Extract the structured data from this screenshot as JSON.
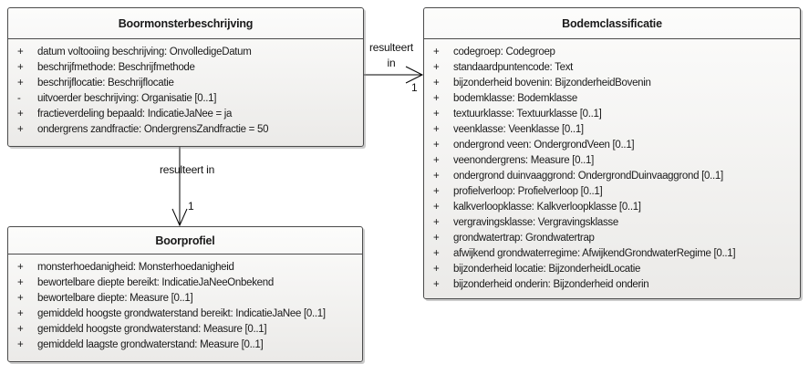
{
  "diagram": {
    "colors": {
      "background": "#ffffff",
      "box_fill_top": "#fcfcfb",
      "box_fill_bottom": "#ebeae8",
      "box_border": "#4b4b4b",
      "line": "#000000",
      "text": "#1a1a1a"
    },
    "classes": [
      {
        "title": "Boormonsterbeschrijving",
        "attributes": [
          {
            "vis": "+",
            "text": "datum voltooiing beschrijving: OnvolledigeDatum"
          },
          {
            "vis": "+",
            "text": "beschrijfmethode: Beschrijfmethode"
          },
          {
            "vis": "+",
            "text": "beschrijflocatie: Beschrijflocatie"
          },
          {
            "vis": "-",
            "text": "uitvoerder beschrijving: Organisatie [0..1]"
          },
          {
            "vis": "+",
            "text": "fractieverdeling bepaald: IndicatieJaNee = ja"
          },
          {
            "vis": "+",
            "text": "ondergrens zandfractie: OndergrensZandfractie = 50"
          }
        ]
      },
      {
        "title": "Bodemclassificatie",
        "attributes": [
          {
            "vis": "+",
            "text": "codegroep: Codegroep"
          },
          {
            "vis": "+",
            "text": "standaardpuntencode: Text"
          },
          {
            "vis": "+",
            "text": "bijzonderheid bovenin: BijzonderheidBovenin"
          },
          {
            "vis": "+",
            "text": "bodemklasse: Bodemklasse"
          },
          {
            "vis": "+",
            "text": "textuurklasse: Textuurklasse [0..1]"
          },
          {
            "vis": "+",
            "text": "veenklasse: Veenklasse [0..1]"
          },
          {
            "vis": "+",
            "text": "ondergrond veen: OndergrondVeen [0..1]"
          },
          {
            "vis": "+",
            "text": "veenondergrens: Measure [0..1]"
          },
          {
            "vis": "+",
            "text": "ondergrond duinvaaggrond: OndergrondDuinvaaggrond [0..1]"
          },
          {
            "vis": "+",
            "text": "profielverloop: Profielverloop [0..1]"
          },
          {
            "vis": "+",
            "text": "kalkverloopklasse: Kalkverloopklasse [0..1]"
          },
          {
            "vis": "+",
            "text": "vergravingsklasse: Vergravingsklasse"
          },
          {
            "vis": "+",
            "text": "grondwatertrap: Grondwatertrap"
          },
          {
            "vis": "+",
            "text": "afwijkend grondwaterregime: AfwijkendGrondwaterRegime [0..1]"
          },
          {
            "vis": "+",
            "text": "bijzonderheid locatie: BijzonderheidLocatie"
          },
          {
            "vis": "+",
            "text": "bijzonderheid onderin: Bijzonderheid onderin"
          }
        ]
      },
      {
        "title": "Boorprofiel",
        "attributes": [
          {
            "vis": "+",
            "text": "monsterhoedanigheid: Monsterhoedanigheid"
          },
          {
            "vis": "+",
            "text": "bewortelbare diepte bereikt: IndicatieJaNeeOnbekend"
          },
          {
            "vis": "+",
            "text": "bewortelbare diepte: Measure [0..1]"
          },
          {
            "vis": "+",
            "text": "gemiddeld hoogste grondwaterstand bereikt: IndicatieJaNee [0..1]"
          },
          {
            "vis": "+",
            "text": "gemiddeld hoogste grondwaterstand: Measure [0..1]"
          },
          {
            "vis": "+",
            "text": "gemiddeld laagste grondwaterstand: Measure [0..1]"
          }
        ]
      }
    ],
    "connections": [
      {
        "source": "Boormonsterbeschrijving",
        "target": "Bodemclassificatie",
        "name_line1": "resulteert",
        "name_line2": "in",
        "target_multiplicity": "1"
      },
      {
        "source": "Boormonsterbeschrijving",
        "target": "Boorprofiel",
        "name": "resulteert in",
        "target_multiplicity": "1"
      }
    ]
  }
}
